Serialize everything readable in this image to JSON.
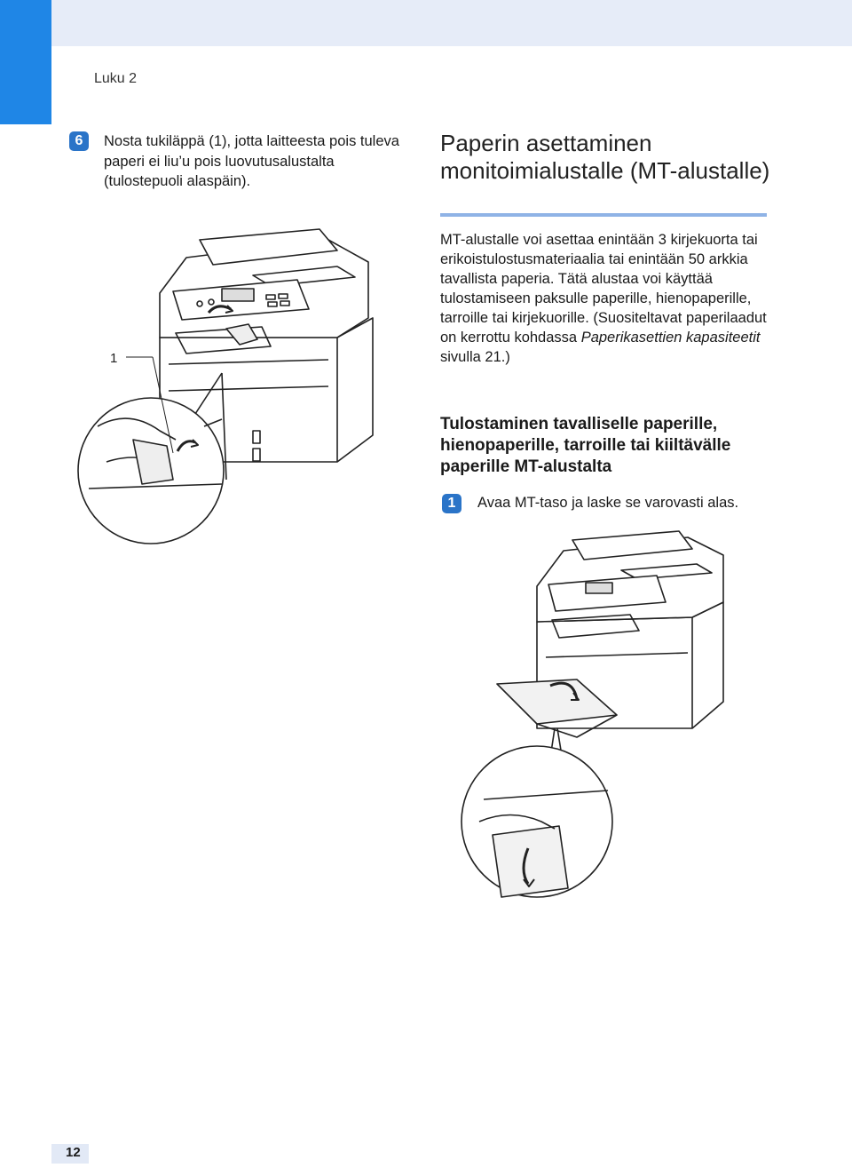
{
  "header": {
    "chapter": "Luku 2"
  },
  "step6": {
    "badge": "6",
    "text": "Nosta tukiläppä (1), jotta laitteesta pois tuleva paperi ei liu’u pois luovutusalustalta (tulostepuoli alaspäin)."
  },
  "figure1": {
    "callout": "1"
  },
  "section": {
    "title": "Paperin asettaminen monitoimialustalle (MT-alustalle)",
    "body_main": "MT-alustalle voi asettaa enintään 3 kirjekuorta tai erikoistulostusmateriaalia tai enintään 50 arkkia tavallista paperia. Tätä alustaa voi käyttää tulostamiseen paksulle paperille, hienopaperille, tarroille tai kirjekuorille. (Suositeltavat paperilaadut on kerrottu kohdassa ",
    "body_link": "Paperikasettien kapasiteetit",
    "body_end": " sivulla 21.)"
  },
  "subsection": {
    "title": "Tulostaminen tavalliselle paperille, hienopaperille, tarroille tai kiiltävälle paperille MT-alustalta"
  },
  "step1": {
    "badge": "1",
    "text": "Avaa MT-taso ja laske se varovasti alas."
  },
  "footer": {
    "page_number": "12"
  },
  "colors": {
    "accent": "#1f86e6",
    "band": "#e6ecf8",
    "rule": "#8fb3e6",
    "badge": "#2a74c8"
  }
}
